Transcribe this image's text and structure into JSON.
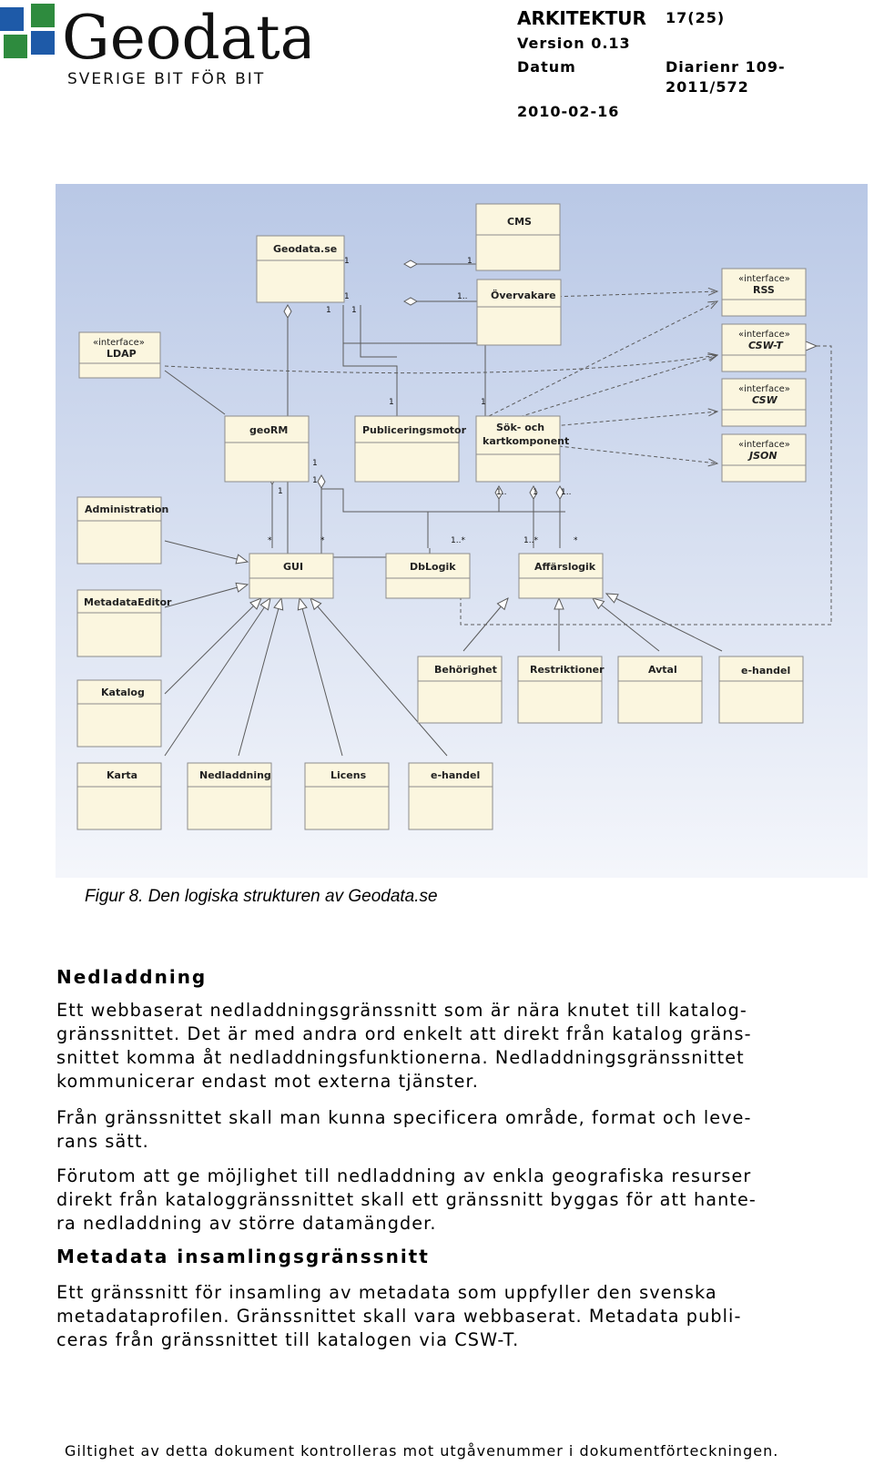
{
  "header": {
    "logo_text": "Geodata",
    "logo_tagline": "SVERIGE BIT FÖR BIT",
    "doc_title": "ARKITEKTUR",
    "page": "17(25)",
    "version": "Version 0.13",
    "date_label": "Datum",
    "diarienr_line1": "Diarienr 109-",
    "diarienr_line2": "2011/572",
    "date": "2010-02-16"
  },
  "colors": {
    "logo_blue": "#1e5aa8",
    "logo_green": "#2e8b3e",
    "box_fill": "#fbf6df",
    "bg_top": "#b9c8e6",
    "bg_bottom": "#f4f6fb"
  },
  "diagram": {
    "boxes": {
      "cms": "CMS",
      "geodata": "Geodata.se",
      "overvakare": "Övervakare",
      "rss_stereo": "«interface»",
      "rss": "RSS",
      "cswt_stereo": "«interface»",
      "cswt": "CSW-T",
      "csw_stereo": "«interface»",
      "csw": "CSW",
      "json_stereo": "«interface»",
      "json": "JSON",
      "ldap_stereo": "«interface»",
      "ldap": "LDAP",
      "georm": "geoRM",
      "publicering": "Publiceringsmotor",
      "sok_line1": "Sök- och",
      "sok_line2": "kartkomponent",
      "administration": "Administration",
      "gui": "GUI",
      "dblogik": "DbLogik",
      "affarslogik": "Affärslogik",
      "metadataeditor": "MetadataEditor",
      "behorighet": "Behörighet",
      "restriktioner": "Restriktioner",
      "avtal": "Avtal",
      "ehandel_right": "e-handel",
      "katalog": "Katalog",
      "karta": "Karta",
      "nedladdning": "Nedladdning",
      "licens": "Licens",
      "ehandel_bottom": "e-handel"
    },
    "multiplicities": {
      "one": "1",
      "one_dots": "1..",
      "one_star": "1..*",
      "star": "*"
    }
  },
  "caption": "Figur 8. Den logiska strukturen av Geodata.se",
  "sections": {
    "s1_heading": "Nedladdning",
    "s1_p1": [
      "Ett webbaserat nedladdningsgränssnitt som är nära knutet till katalog-",
      "gränssnittet. Det är med andra ord enkelt att direkt från katalog gräns-",
      "snittet komma åt nedladdningsfunktionerna. Nedladdningsgränssnittet",
      "kommunicerar endast mot externa tjänster."
    ],
    "s1_p2": [
      "Från gränssnittet skall man kunna specificera område, format och leve-",
      "rans sätt."
    ],
    "s1_p3": [
      "Förutom att ge möjlighet till nedladdning av enkla geografiska resurser",
      "direkt från kataloggränssnittet skall ett gränssnitt byggas för att hante-",
      "ra nedladdning av större datamängder."
    ],
    "s2_heading": "Metadata insamlingsgränssnitt",
    "s2_p1": [
      "Ett gränssnitt för insamling av metadata som uppfyller den svenska",
      "metadataprofilen. Gränssnittet skall vara webbaserat. Metadata publi-",
      "ceras från gränssnittet till katalogen via CSW-T."
    ]
  },
  "footer": "Giltighet av detta dokument kontrolleras mot utgåvenummer i dokumentförteckningen."
}
